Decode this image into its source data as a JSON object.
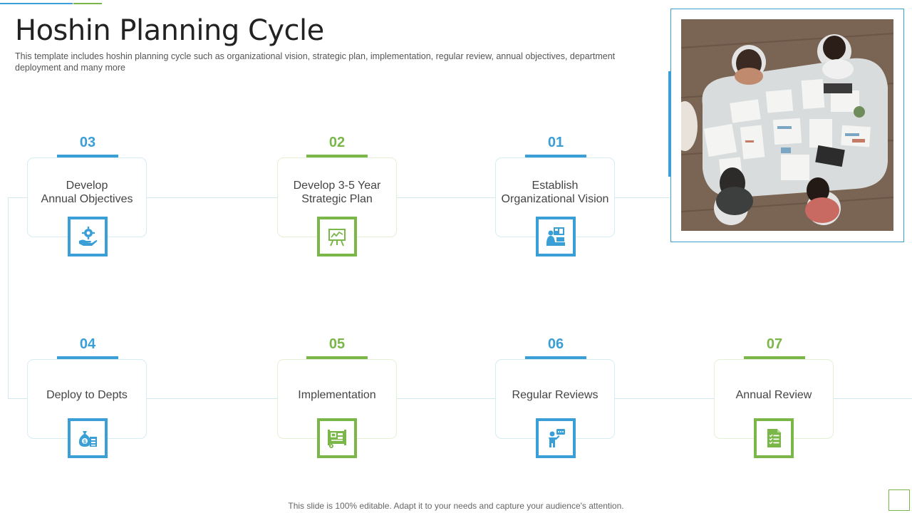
{
  "title": "Hoshin Planning Cycle",
  "subtitle": "This template includes hoshin planning cycle such as organizational vision, strategic plan, implementation, regular review, annual objectives, department deployment and many more",
  "colors": {
    "blue": "#3a9fd6",
    "green": "#7ab648",
    "connector": "#d3e9ee"
  },
  "steps": [
    {
      "number": "03",
      "label": "Develop\nAnnual Objectives",
      "color": "blue",
      "icon": "hand-gear-icon"
    },
    {
      "number": "02",
      "label": "Develop 3-5 Year\nStrategic Plan",
      "color": "green",
      "icon": "presentation-board-icon"
    },
    {
      "number": "01",
      "label": "Establish\nOrganizational Vision",
      "color": "blue",
      "icon": "vision-dashboard-icon"
    },
    {
      "number": "04",
      "label": "Deploy to Depts",
      "color": "blue",
      "icon": "money-bag-icon"
    },
    {
      "number": "05",
      "label": "Implementation",
      "color": "green",
      "icon": "blueprint-plan-icon"
    },
    {
      "number": "06",
      "label": "Regular Reviews",
      "color": "blue",
      "icon": "speaker-review-icon"
    },
    {
      "number": "07",
      "label": "Annual Review",
      "color": "green",
      "icon": "checklist-document-icon"
    }
  ],
  "photo": {
    "description_icon": "team-meeting-photo"
  },
  "footer": "This slide is 100% editable. Adapt it to your needs and capture your audience's attention."
}
